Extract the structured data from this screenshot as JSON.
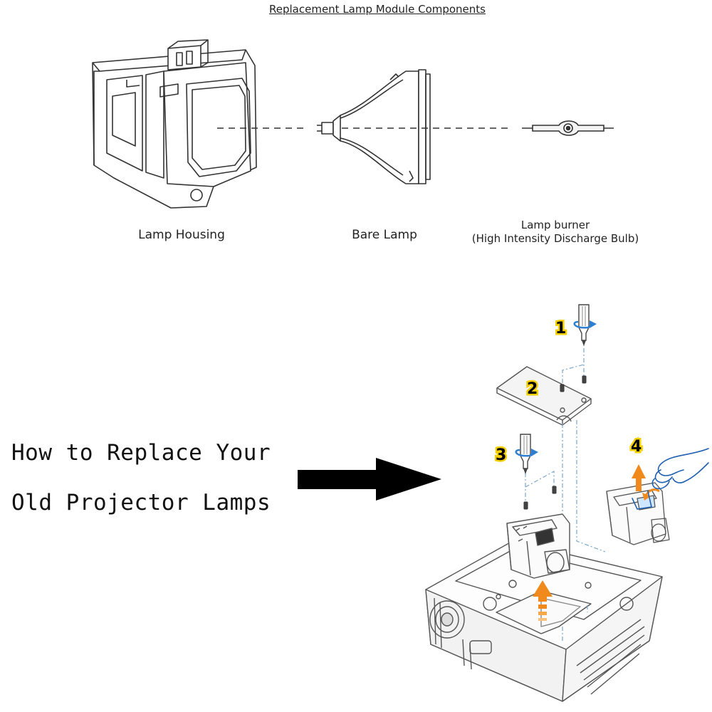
{
  "title": "Replacement Lamp Module Components",
  "components": {
    "housing_label": "Lamp Housing",
    "bare_lamp_label": "Bare Lamp",
    "burner_label_line1": "Lamp burner",
    "burner_label_line2": "(High Intensity Discharge Bulb)"
  },
  "headline": {
    "line1": "How to Replace Your",
    "line2": "Old Projector Lamps"
  },
  "steps": [
    "1",
    "2",
    "3",
    "4"
  ],
  "icons": [
    "screwdriver-icon",
    "arrow-right-icon",
    "up-arrow-icon",
    "hand-icon"
  ],
  "colors": {
    "step_highlight": "#f5d000",
    "lift_arrow": "#f08a1c",
    "hand_outline": "#1f5fb0",
    "arrow_main": "#000000"
  }
}
